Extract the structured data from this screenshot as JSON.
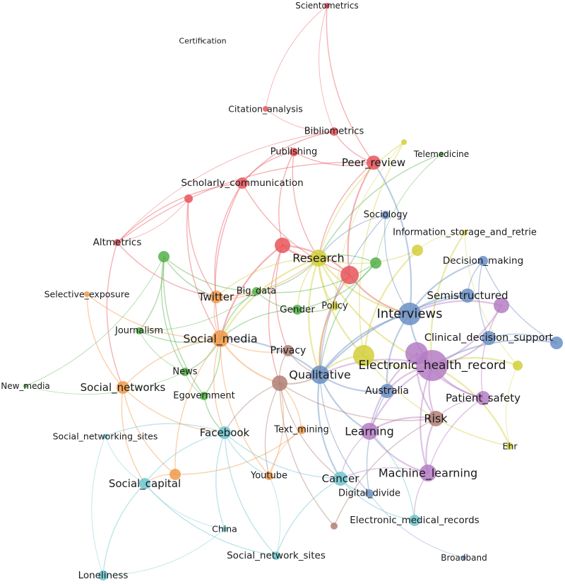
{
  "cluster_colors": {
    "red": "#e8555a",
    "green": "#55b04a",
    "blue": "#6a8fc4",
    "yellow": "#d2cf3b",
    "purple": "#b57cc4",
    "cyan": "#6fc5cf",
    "orange": "#f19a4a",
    "brown": "#b07f74"
  },
  "nodes": [
    {
      "id": "scientometrics",
      "label": "Scientometrics",
      "cluster": "red"
    },
    {
      "id": "certification",
      "label": "Certification",
      "cluster": "brown"
    },
    {
      "id": "citation_analysis",
      "label": "Citation_analysis",
      "cluster": "red"
    },
    {
      "id": "bibliometrics",
      "label": "Bibliometrics",
      "cluster": "red"
    },
    {
      "id": "publishing",
      "label": "Publishing",
      "cluster": "red"
    },
    {
      "id": "peer_review",
      "label": "Peer_review",
      "cluster": "red"
    },
    {
      "id": "telemedicine",
      "label": "Telemedicine",
      "cluster": "green"
    },
    {
      "id": "scholarly_communication",
      "label": "Scholarly_communication",
      "cluster": "red"
    },
    {
      "id": "altmetrics",
      "label": "Altmetrics",
      "cluster": "red"
    },
    {
      "id": "sociology",
      "label": "Sociology",
      "cluster": "blue"
    },
    {
      "id": "information_storage",
      "label": "Information_storage_and_retrie",
      "cluster": "yellow"
    },
    {
      "id": "research",
      "label": "Research",
      "cluster": "yellow"
    },
    {
      "id": "decision_making",
      "label": "Decision_making",
      "cluster": "blue"
    },
    {
      "id": "selective_exposure",
      "label": "Selective_exposure",
      "cluster": "orange"
    },
    {
      "id": "twitter",
      "label": "Twitter",
      "cluster": "orange"
    },
    {
      "id": "big_data",
      "label": "Big_data",
      "cluster": "green"
    },
    {
      "id": "semistructured",
      "label": "Semistructured",
      "cluster": "blue"
    },
    {
      "id": "gender",
      "label": "Gender",
      "cluster": "green"
    },
    {
      "id": "policy",
      "label": "Policy",
      "cluster": "yellow"
    },
    {
      "id": "interviews",
      "label": "Interviews",
      "cluster": "blue"
    },
    {
      "id": "journalism",
      "label": "Journalism",
      "cluster": "green"
    },
    {
      "id": "social_media",
      "label": "Social_media",
      "cluster": "orange"
    },
    {
      "id": "clinical_decision_support",
      "label": "Clinical_decision_support",
      "cluster": "blue"
    },
    {
      "id": "privacy",
      "label": "Privacy",
      "cluster": "brown"
    },
    {
      "id": "electronic_health_record",
      "label": "Electronic_health_record",
      "cluster": "purple"
    },
    {
      "id": "news",
      "label": "News",
      "cluster": "green"
    },
    {
      "id": "qualitative",
      "label": "Qualitative",
      "cluster": "blue"
    },
    {
      "id": "new_media",
      "label": "New_media",
      "cluster": "green"
    },
    {
      "id": "social_networks",
      "label": "Social_networks",
      "cluster": "orange"
    },
    {
      "id": "australia",
      "label": "Australia",
      "cluster": "blue"
    },
    {
      "id": "egovernment",
      "label": "Egovernment",
      "cluster": "green"
    },
    {
      "id": "patient_safety",
      "label": "Patient_safety",
      "cluster": "purple"
    },
    {
      "id": "risk",
      "label": "Risk",
      "cluster": "brown"
    },
    {
      "id": "facebook",
      "label": "Facebook",
      "cluster": "cyan"
    },
    {
      "id": "text_mining",
      "label": "Text_mining",
      "cluster": "orange"
    },
    {
      "id": "learning",
      "label": "Learning",
      "cluster": "purple"
    },
    {
      "id": "social_networking_sites",
      "label": "Social_networking_sites",
      "cluster": "cyan"
    },
    {
      "id": "ehr",
      "label": "Ehr",
      "cluster": "yellow"
    },
    {
      "id": "machine_learning",
      "label": "Machine_learning",
      "cluster": "purple"
    },
    {
      "id": "youtube",
      "label": "Youtube",
      "cluster": "orange"
    },
    {
      "id": "cancer",
      "label": "Cancer",
      "cluster": "cyan"
    },
    {
      "id": "social_capital",
      "label": "Social_capital",
      "cluster": "cyan"
    },
    {
      "id": "digital_divide",
      "label": "Digital_divide",
      "cluster": "blue"
    },
    {
      "id": "electronic_medical_records",
      "label": "Electronic_medical_records",
      "cluster": "cyan"
    },
    {
      "id": "china",
      "label": "China",
      "cluster": "cyan"
    },
    {
      "id": "social_network_sites",
      "label": "Social_network_sites",
      "cluster": "cyan"
    },
    {
      "id": "broadband",
      "label": "Broadband",
      "cluster": "blue"
    },
    {
      "id": "loneliness",
      "label": "Loneliness",
      "cluster": "cyan"
    }
  ],
  "unlabeled_nodes": [
    {
      "id": "u_yellow_top",
      "cluster": "yellow"
    },
    {
      "id": "u_red_mid",
      "cluster": "red"
    },
    {
      "id": "u_green_mid",
      "cluster": "green"
    },
    {
      "id": "u_green_left",
      "cluster": "green"
    },
    {
      "id": "u_red_center",
      "cluster": "red"
    },
    {
      "id": "u_red_small",
      "cluster": "red"
    },
    {
      "id": "u_yellow_right",
      "cluster": "yellow"
    },
    {
      "id": "u_yellow_mid",
      "cluster": "yellow"
    },
    {
      "id": "u_orange_left",
      "cluster": "orange"
    },
    {
      "id": "u_brown_low",
      "cluster": "brown"
    },
    {
      "id": "u_purple_right",
      "cluster": "purple"
    },
    {
      "id": "u_blue_right",
      "cluster": "blue"
    },
    {
      "id": "u_yellow_big",
      "cluster": "yellow"
    },
    {
      "id": "u_purple_big",
      "cluster": "purple"
    },
    {
      "id": "u_brown_center",
      "cluster": "brown"
    }
  ],
  "edges": [
    [
      "scientometrics",
      "bibliometrics",
      "red"
    ],
    [
      "scientometrics",
      "citation_analysis",
      "red"
    ],
    [
      "scientometrics",
      "peer_review",
      "red"
    ],
    [
      "citation_analysis",
      "bibliometrics",
      "red"
    ],
    [
      "bibliometrics",
      "peer_review",
      "red"
    ],
    [
      "bibliometrics",
      "scholarly_communication",
      "red"
    ],
    [
      "bibliometrics",
      "altmetrics",
      "red"
    ],
    [
      "publishing",
      "peer_review",
      "red"
    ],
    [
      "publishing",
      "scholarly_communication",
      "red"
    ],
    [
      "publishing",
      "u_red_center",
      "red"
    ],
    [
      "publishing",
      "research",
      "red"
    ],
    [
      "peer_review",
      "u_red_mid",
      "red"
    ],
    [
      "peer_review",
      "research",
      "red"
    ],
    [
      "peer_review",
      "altmetrics",
      "red"
    ],
    [
      "scholarly_communication",
      "altmetrics",
      "red"
    ],
    [
      "scholarly_communication",
      "u_red_mid",
      "red"
    ],
    [
      "scholarly_communication",
      "twitter",
      "red"
    ],
    [
      "scholarly_communication",
      "social_media",
      "red"
    ],
    [
      "altmetrics",
      "twitter",
      "red"
    ],
    [
      "altmetrics",
      "social_networks",
      "red"
    ],
    [
      "altmetrics",
      "u_red_small",
      "red"
    ],
    [
      "u_red_small",
      "twitter",
      "red"
    ],
    [
      "u_red_small",
      "social_media",
      "red"
    ],
    [
      "u_red_center",
      "research",
      "red"
    ],
    [
      "u_red_mid",
      "u_red_center",
      "red"
    ],
    [
      "u_red_mid",
      "qualitative",
      "red"
    ],
    [
      "u_red_mid",
      "interviews",
      "red"
    ],
    [
      "u_red_center",
      "privacy",
      "red"
    ],
    [
      "u_red_center",
      "u_brown_center",
      "red"
    ],
    [
      "u_red_center",
      "social_media",
      "red"
    ],
    [
      "telemedicine",
      "u_green_mid",
      "green"
    ],
    [
      "telemedicine",
      "research",
      "green"
    ],
    [
      "u_yellow_top",
      "research",
      "yellow"
    ],
    [
      "u_yellow_top",
      "u_yellow_big",
      "yellow"
    ],
    [
      "u_yellow_top",
      "policy",
      "yellow"
    ],
    [
      "research",
      "u_yellow_big",
      "yellow"
    ],
    [
      "research",
      "policy",
      "yellow"
    ],
    [
      "research",
      "qualitative",
      "yellow"
    ],
    [
      "research",
      "interviews",
      "yellow"
    ],
    [
      "research",
      "electronic_health_record",
      "yellow"
    ],
    [
      "research",
      "gender",
      "yellow"
    ],
    [
      "research",
      "social_media",
      "yellow"
    ],
    [
      "research",
      "twitter",
      "yellow"
    ],
    [
      "research",
      "u_yellow_mid",
      "yellow"
    ],
    [
      "information_storage",
      "u_yellow_mid",
      "yellow"
    ],
    [
      "information_storage",
      "u_yellow_right",
      "yellow"
    ],
    [
      "information_storage",
      "electronic_health_record",
      "yellow"
    ],
    [
      "u_yellow_right",
      "electronic_health_record",
      "yellow"
    ],
    [
      "u_yellow_right",
      "ehr",
      "yellow"
    ],
    [
      "u_yellow_mid",
      "u_yellow_big",
      "yellow"
    ],
    [
      "u_yellow_big",
      "electronic_health_record",
      "yellow"
    ],
    [
      "u_yellow_big",
      "qualitative",
      "yellow"
    ],
    [
      "u_yellow_big",
      "ehr",
      "yellow"
    ],
    [
      "policy",
      "qualitative",
      "yellow"
    ],
    [
      "ehr",
      "electronic_health_record",
      "yellow"
    ],
    [
      "sociology",
      "interviews",
      "blue"
    ],
    [
      "sociology",
      "qualitative",
      "blue"
    ],
    [
      "sociology",
      "research",
      "blue"
    ],
    [
      "decision_making",
      "interviews",
      "blue"
    ],
    [
      "decision_making",
      "semistructured",
      "blue"
    ],
    [
      "decision_making",
      "clinical_decision_support",
      "blue"
    ],
    [
      "decision_making",
      "u_blue_right",
      "blue"
    ],
    [
      "semistructured",
      "interviews",
      "blue"
    ],
    [
      "semistructured",
      "qualitative",
      "blue"
    ],
    [
      "interviews",
      "qualitative",
      "blue"
    ],
    [
      "interviews",
      "australia",
      "blue"
    ],
    [
      "interviews",
      "electronic_health_record",
      "blue"
    ],
    [
      "interviews",
      "peer_review",
      "blue"
    ],
    [
      "qualitative",
      "australia",
      "blue"
    ],
    [
      "qualitative",
      "learning",
      "blue"
    ],
    [
      "qualitative",
      "cancer",
      "blue"
    ],
    [
      "qualitative",
      "digital_divide",
      "blue"
    ],
    [
      "qualitative",
      "social_media",
      "blue"
    ],
    [
      "australia",
      "digital_divide",
      "blue"
    ],
    [
      "u_blue_right",
      "clinical_decision_support",
      "blue"
    ],
    [
      "u_blue_right",
      "electronic_health_record",
      "blue"
    ],
    [
      "digital_divide",
      "broadband",
      "blue"
    ],
    [
      "electronic_health_record",
      "clinical_decision_support",
      "purple"
    ],
    [
      "electronic_health_record",
      "patient_safety",
      "purple"
    ],
    [
      "electronic_health_record",
      "risk",
      "purple"
    ],
    [
      "electronic_health_record",
      "machine_learning",
      "purple"
    ],
    [
      "electronic_health_record",
      "learning",
      "purple"
    ],
    [
      "electronic_health_record",
      "u_purple_right",
      "purple"
    ],
    [
      "electronic_health_record",
      "u_purple_big",
      "purple"
    ],
    [
      "electronic_health_record",
      "qualitative",
      "purple"
    ],
    [
      "electronic_health_record",
      "australia",
      "purple"
    ],
    [
      "u_purple_right",
      "patient_safety",
      "purple"
    ],
    [
      "u_purple_right",
      "interviews",
      "purple"
    ],
    [
      "patient_safety",
      "risk",
      "purple"
    ],
    [
      "patient_safety",
      "machine_learning",
      "purple"
    ],
    [
      "risk",
      "machine_learning",
      "purple"
    ],
    [
      "risk",
      "learning",
      "purple"
    ],
    [
      "learning",
      "machine_learning",
      "purple"
    ],
    [
      "learning",
      "cancer",
      "purple"
    ],
    [
      "machine_learning",
      "electronic_medical_records",
      "purple"
    ],
    [
      "machine_learning",
      "cancer",
      "purple"
    ],
    [
      "u_purple_big",
      "risk",
      "purple"
    ],
    [
      "u_purple_big",
      "learning",
      "purple"
    ],
    [
      "u_purple_big",
      "patient_safety",
      "purple"
    ],
    [
      "journalism",
      "news",
      "green"
    ],
    [
      "journalism",
      "u_green_left",
      "green"
    ],
    [
      "journalism",
      "big_data",
      "green"
    ],
    [
      "journalism",
      "social_media",
      "green"
    ],
    [
      "u_green_left",
      "news",
      "green"
    ],
    [
      "u_green_left",
      "egovernment",
      "green"
    ],
    [
      "u_green_left",
      "twitter",
      "green"
    ],
    [
      "u_green_left",
      "big_data",
      "green"
    ],
    [
      "big_data",
      "gender",
      "green"
    ],
    [
      "big_data",
      "u_green_mid",
      "green"
    ],
    [
      "big_data",
      "research",
      "green"
    ],
    [
      "big_data",
      "social_media",
      "green"
    ],
    [
      "gender",
      "u_green_mid",
      "green"
    ],
    [
      "gender",
      "social_media",
      "green"
    ],
    [
      "gender",
      "policy",
      "green"
    ],
    [
      "news",
      "egovernment",
      "green"
    ],
    [
      "news",
      "social_media",
      "green"
    ],
    [
      "new_media",
      "news",
      "green"
    ],
    [
      "new_media",
      "u_green_left",
      "green"
    ],
    [
      "egovernment",
      "facebook",
      "green"
    ],
    [
      "egovernment",
      "social_media",
      "green"
    ],
    [
      "u_green_mid",
      "qualitative",
      "green"
    ],
    [
      "u_green_mid",
      "research",
      "green"
    ],
    [
      "twitter",
      "social_media",
      "orange"
    ],
    [
      "twitter",
      "big_data",
      "orange"
    ],
    [
      "twitter",
      "research",
      "orange"
    ],
    [
      "selective_exposure",
      "social_media",
      "orange"
    ],
    [
      "selective_exposure",
      "social_networks",
      "orange"
    ],
    [
      "social_media",
      "social_networks",
      "orange"
    ],
    [
      "social_media",
      "facebook",
      "orange"
    ],
    [
      "social_media",
      "privacy",
      "orange"
    ],
    [
      "social_media",
      "youtube",
      "orange"
    ],
    [
      "social_media",
      "u_brown_center",
      "orange"
    ],
    [
      "social_media",
      "u_orange_left",
      "orange"
    ],
    [
      "social_networks",
      "u_orange_left",
      "orange"
    ],
    [
      "social_networks",
      "social_capital",
      "orange"
    ],
    [
      "social_networks",
      "facebook",
      "orange"
    ],
    [
      "u_orange_left",
      "text_mining",
      "orange"
    ],
    [
      "u_orange_left",
      "social_capital",
      "orange"
    ],
    [
      "text_mining",
      "youtube",
      "orange"
    ],
    [
      "text_mining",
      "u_brown_center",
      "orange"
    ],
    [
      "youtube",
      "u_brown_center",
      "orange"
    ],
    [
      "privacy",
      "u_brown_center",
      "brown"
    ],
    [
      "privacy",
      "qualitative",
      "brown"
    ],
    [
      "u_brown_center",
      "risk",
      "brown"
    ],
    [
      "u_brown_center",
      "u_brown_low",
      "brown"
    ],
    [
      "u_brown_center",
      "qualitative",
      "brown"
    ],
    [
      "u_brown_center",
      "youtube",
      "brown"
    ],
    [
      "u_brown_center",
      "cancer",
      "brown"
    ],
    [
      "u_brown_center",
      "facebook",
      "brown"
    ],
    [
      "risk",
      "u_brown_low",
      "brown"
    ],
    [
      "facebook",
      "social_capital",
      "cyan"
    ],
    [
      "facebook",
      "social_networking_sites",
      "cyan"
    ],
    [
      "facebook",
      "youtube",
      "cyan"
    ],
    [
      "facebook",
      "cancer",
      "cyan"
    ],
    [
      "facebook",
      "social_network_sites",
      "cyan"
    ],
    [
      "facebook",
      "china",
      "cyan"
    ],
    [
      "social_networking_sites",
      "social_capital",
      "cyan"
    ],
    [
      "social_networking_sites",
      "loneliness",
      "cyan"
    ],
    [
      "social_capital",
      "loneliness",
      "cyan"
    ],
    [
      "social_capital",
      "china",
      "cyan"
    ],
    [
      "social_capital",
      "social_network_sites",
      "cyan"
    ],
    [
      "loneliness",
      "china",
      "cyan"
    ],
    [
      "cancer",
      "electronic_medical_records",
      "cyan"
    ],
    [
      "cancer",
      "digital_divide",
      "cyan"
    ],
    [
      "cancer",
      "social_network_sites",
      "cyan"
    ],
    [
      "social_network_sites",
      "youtube",
      "cyan"
    ],
    [
      "electronic_medical_records",
      "learning",
      "cyan"
    ]
  ]
}
